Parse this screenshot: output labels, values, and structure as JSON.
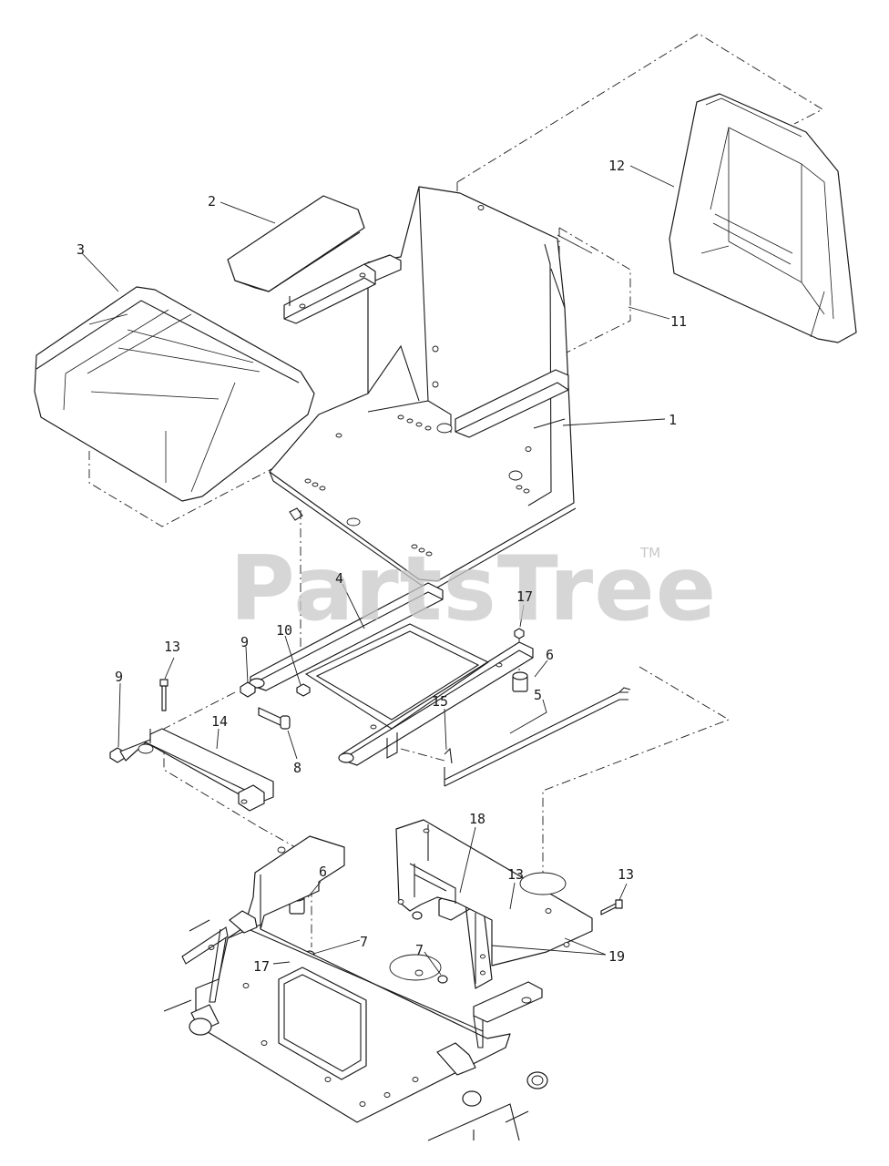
{
  "watermark": {
    "text": "PartsTree",
    "trademark": "TM"
  },
  "callouts": [
    {
      "label": "1"
    },
    {
      "label": "2"
    },
    {
      "label": "3"
    },
    {
      "label": "4"
    },
    {
      "label": "5"
    },
    {
      "label": "6"
    },
    {
      "label": "6"
    },
    {
      "label": "7"
    },
    {
      "label": "7"
    },
    {
      "label": "8"
    },
    {
      "label": "9"
    },
    {
      "label": "9"
    },
    {
      "label": "10"
    },
    {
      "label": "11"
    },
    {
      "label": "12"
    },
    {
      "label": "13"
    },
    {
      "label": "13"
    },
    {
      "label": "13"
    },
    {
      "label": "14"
    },
    {
      "label": "15"
    },
    {
      "label": "17"
    },
    {
      "label": "17"
    },
    {
      "label": "18"
    },
    {
      "label": "19"
    }
  ]
}
